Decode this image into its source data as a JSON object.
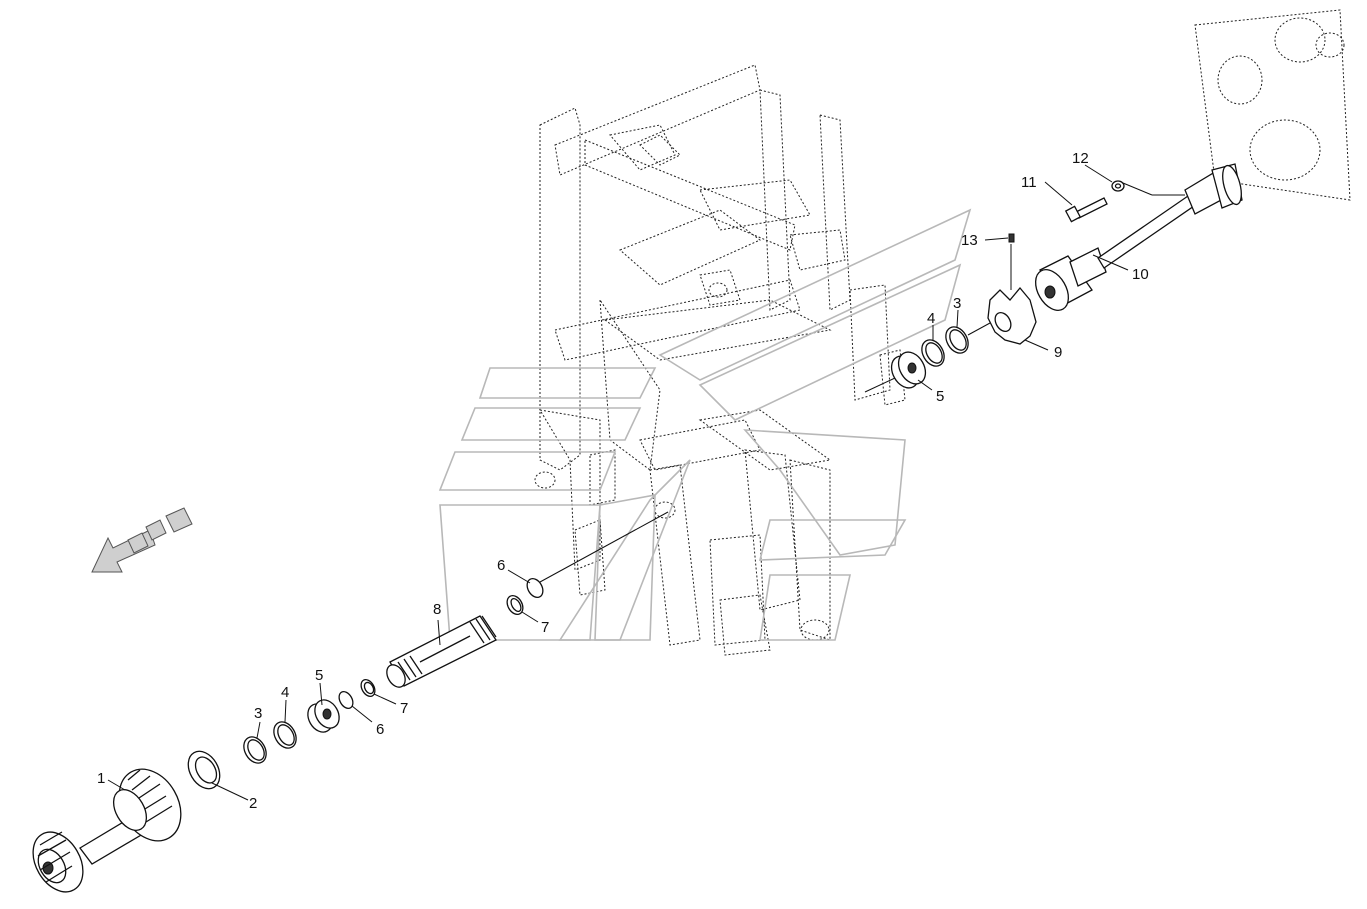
{
  "callouts": [
    {
      "id": "c1",
      "text": "1"
    },
    {
      "id": "c2",
      "text": "2"
    },
    {
      "id": "c3a",
      "text": "3"
    },
    {
      "id": "c4a",
      "text": "4"
    },
    {
      "id": "c5a",
      "text": "5"
    },
    {
      "id": "c6a",
      "text": "6"
    },
    {
      "id": "c7a",
      "text": "7"
    },
    {
      "id": "c8",
      "text": "8"
    },
    {
      "id": "c6b",
      "text": "6"
    },
    {
      "id": "c7b",
      "text": "7"
    },
    {
      "id": "c5b",
      "text": "5"
    },
    {
      "id": "c4b",
      "text": "4"
    },
    {
      "id": "c3b",
      "text": "3"
    },
    {
      "id": "c9",
      "text": "9"
    },
    {
      "id": "c13",
      "text": "13"
    },
    {
      "id": "c10",
      "text": "10"
    },
    {
      "id": "c11",
      "text": "11"
    },
    {
      "id": "c12",
      "text": "12"
    }
  ],
  "icons": {
    "direction": "direction-arrow-icon",
    "watermark": "watermark-logo"
  },
  "colors": {
    "line": "#111111",
    "frame": "#222222",
    "watermark": "#b8b8b8",
    "arrow_fill": "#cfcfcf"
  }
}
